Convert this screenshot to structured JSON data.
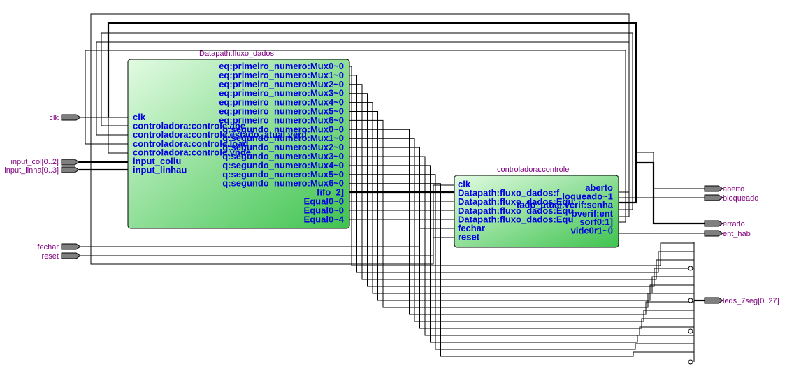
{
  "colors": {
    "block_top": "#e2fbe2",
    "block_bottom": "#3fc34f",
    "pin_text": "#0000e0",
    "label_text": "#800080",
    "port_fill": "#7f7f7f"
  },
  "datapath": {
    "title": "Datapath:fluxo_dados",
    "inputs": [
      "clk",
      "controladora:controle.abe",
      "controladora:controle.estado_atual.verif",
      "controladora:controle.load",
      "controladora:controle.vnde",
      "input_coliu",
      "input_linhau"
    ],
    "outputs": [
      "eq:primeiro_numero:Mux0~0",
      "eq:primeiro_numero:Mux1~0",
      "eq:primeiro_numero:Mux2~0",
      "eq:primeiro_numero:Mux3~0",
      "eq:primeiro_numero:Mux4~0",
      "eq:primeiro_numero:Mux5~0",
      "eq:primeiro_numero:Mux6~0",
      "q:segundo_numero:Mux0~0",
      "q:segundo_numero:Mux1~0",
      "q:segundo_numero:Mux2~0",
      "q:segundo_numero:Mux3~0",
      "q:segundo_numero:Mux4~0",
      "q:segundo_numero:Mux5~0",
      "q:segundo_numero:Mux6~0",
      "fifo_2]",
      "Equal0~0",
      "Equal0~0",
      "Equal0~4"
    ]
  },
  "controle": {
    "title": "controladora:controle",
    "inputs": [
      "clk",
      "Datapath:fluxo_dados:f",
      "Datapath:fluxo_dados:Equ",
      "Datapath:fluxo_dados:Equ",
      "Datapath:fluxo_dados:Equ",
      "fechar",
      "reset"
    ],
    "outputs": [
      "aberto",
      "loqueado~1",
      "tado_atual.verif:senha",
      "bverif:ent",
      "sorf0:1]",
      "vide0r1~0"
    ]
  },
  "io": {
    "inputs": [
      "clk",
      "input_col[0..2]",
      "input_linha[0..3]",
      "fechar",
      "reset"
    ],
    "outputs": [
      "aberto",
      "bloqueado",
      "errado",
      "ent_hab",
      "leds_7seg[0..27]"
    ]
  }
}
